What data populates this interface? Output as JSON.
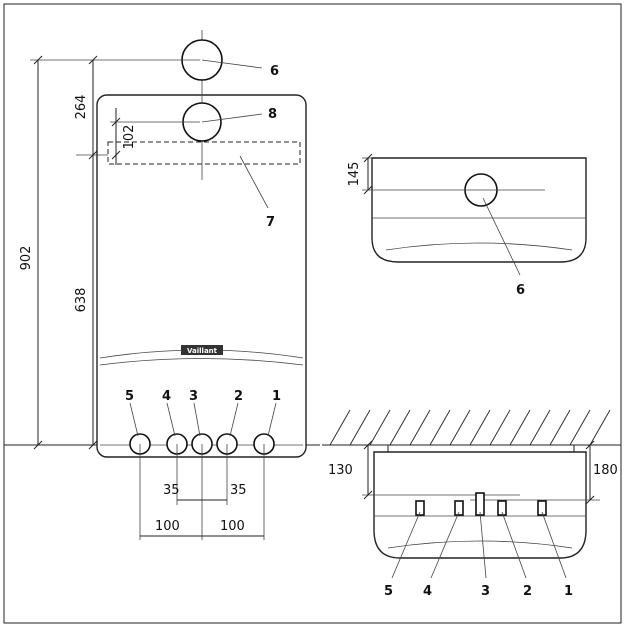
{
  "dimensions": {
    "total_height": "902",
    "upper_offset": "264",
    "lower_height": "638",
    "pipe8_offset": "102",
    "top_view_offset": "145",
    "side_offset_130": "130",
    "side_offset_180": "180",
    "spacing_35_left": "35",
    "spacing_35_right": "35",
    "spacing_100_left": "100",
    "spacing_100_right": "100"
  },
  "callouts": {
    "flue_pipe": "6",
    "upper_connector": "8",
    "mounting_bracket": "7",
    "top_view_flue": "6",
    "bottom_connections": [
      "5",
      "4",
      "3",
      "2",
      "1"
    ],
    "side_connections": [
      "5",
      "4",
      "3",
      "2",
      "1"
    ]
  },
  "logo_text": "Vaillant"
}
